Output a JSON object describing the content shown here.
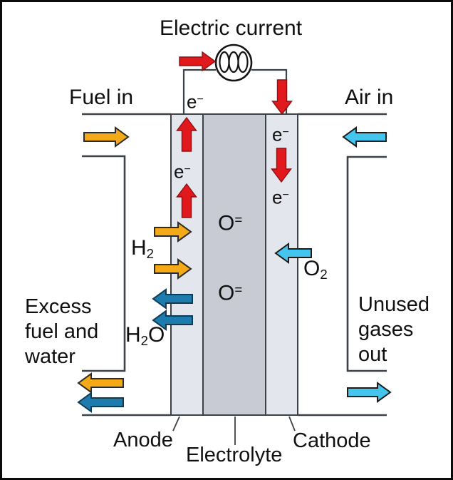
{
  "title": "Electric current",
  "palette": {
    "text": "#101010",
    "frame": "#0b0b0b",
    "line": "#3d4248",
    "electrode_fill": "#e4e6ee",
    "electrolyte_fill": "#c9cbd4",
    "red": "#e2191c",
    "red_stroke": "#8e1012",
    "orange": "#f3a918",
    "orange_stroke": "#2e2a24",
    "blue": "#1d7cad",
    "blue_stroke": "#0f3b55",
    "cyan": "#43c5ee",
    "cyan_stroke": "#1c1c1c"
  },
  "labels": {
    "fuel_in": "Fuel in",
    "air_in": "Air in",
    "excess_lines": [
      "Excess",
      "fuel and",
      "water"
    ],
    "unused_lines": [
      "Unused",
      "gases",
      "out"
    ],
    "anode": "Anode",
    "electrolyte": "Electrolyte",
    "cathode": "Cathode"
  },
  "species": {
    "electron": {
      "base": "e",
      "sup": "−"
    },
    "oxide_ion": {
      "base": "O",
      "sup": "="
    },
    "h2": {
      "base": "H",
      "sub": "2"
    },
    "h2o": {
      "base": "H",
      "sub": "2",
      "base2": "O"
    },
    "o2": {
      "base": "O",
      "sub": "2"
    }
  }
}
